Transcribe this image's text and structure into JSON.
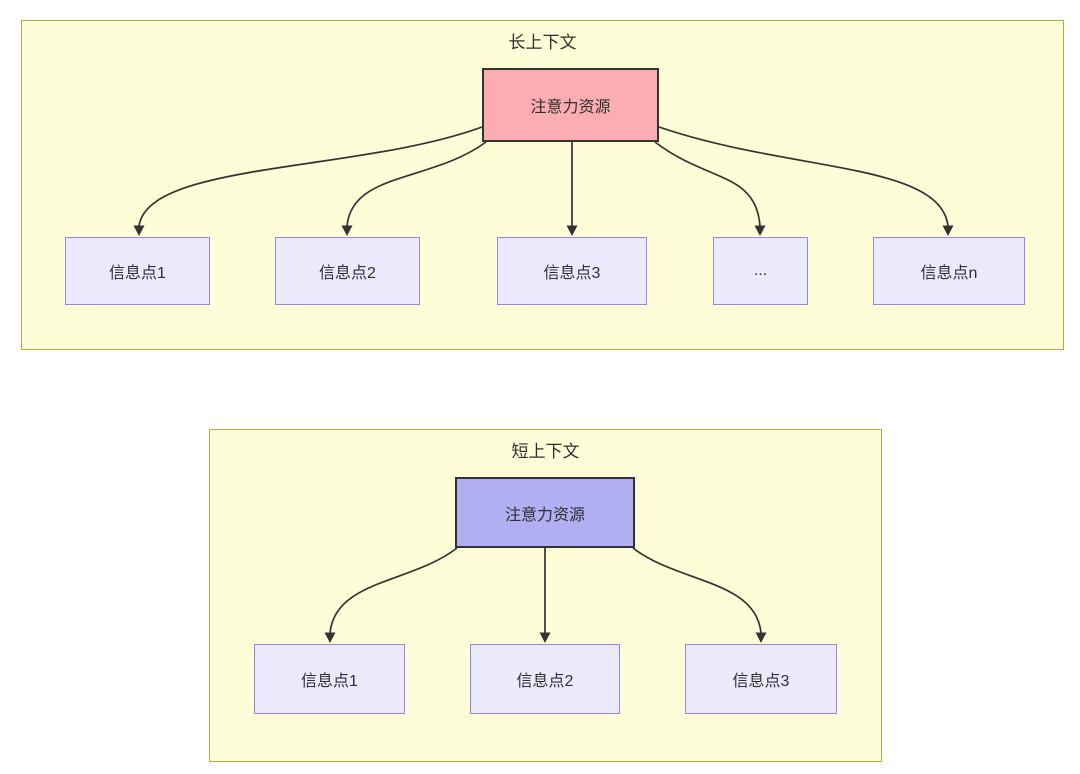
{
  "colors": {
    "panel-fill": "#fdfdd8",
    "panel-border": "#b1af3d",
    "node-fill": "#ebe9fc",
    "node-border": "#9a86e0",
    "source-long-fill": "#fbadb1",
    "source-short-fill": "#b1aef1",
    "source-border": "#333333",
    "edge-color": "#333333",
    "text-color": "#2f2f2f"
  },
  "diagram_type": "attention-allocation-comparison",
  "sections": [
    {
      "title": "长上下文",
      "source": {
        "label": "注意力资源"
      },
      "targets": [
        {
          "label": "信息点1"
        },
        {
          "label": "信息点2"
        },
        {
          "label": "信息点3"
        },
        {
          "label": "..."
        },
        {
          "label": "信息点n"
        }
      ]
    },
    {
      "title": "短上下文",
      "source": {
        "label": "注意力资源"
      },
      "targets": [
        {
          "label": "信息点1"
        },
        {
          "label": "信息点2"
        },
        {
          "label": "信息点3"
        }
      ]
    }
  ]
}
